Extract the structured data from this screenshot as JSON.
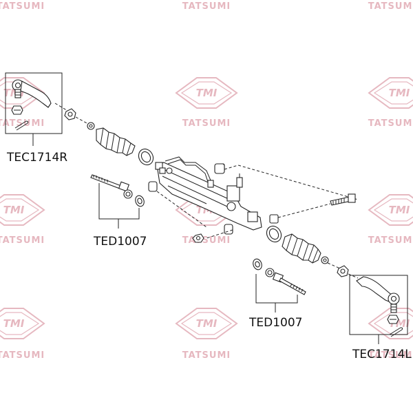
{
  "watermark": {
    "logo_text": "TMI",
    "brand_text": "TATSUMI",
    "color": "#e6b8c0"
  },
  "labels": {
    "tie_rod_end_right": "TEC1714R",
    "inner_tie_rod_left": "TED1007",
    "inner_tie_rod_right": "TED1007",
    "tie_rod_end_left": "TEC1714L"
  },
  "colors": {
    "line": "#222222",
    "label": "#111111",
    "background": "#ffffff"
  }
}
